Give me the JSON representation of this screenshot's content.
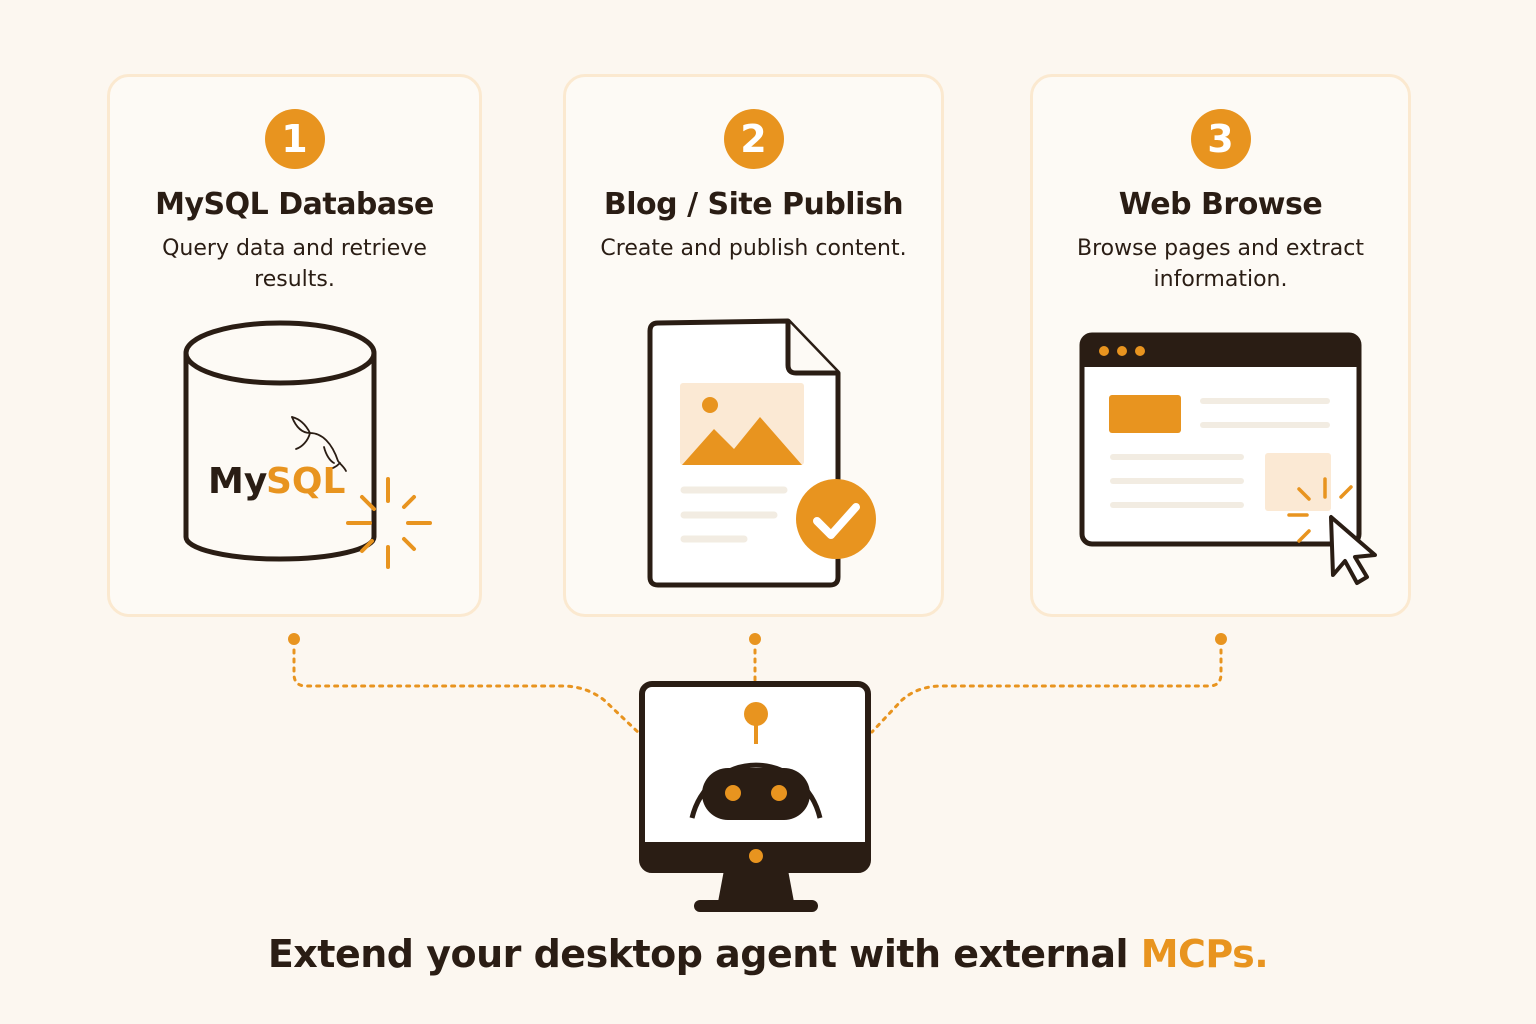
{
  "cards": [
    {
      "number": "1",
      "title": "MySQL Database",
      "description": "Query data and retrieve results.",
      "icon": "database-icon",
      "logo_text_a": "My",
      "logo_text_b": "SQL"
    },
    {
      "number": "2",
      "title": "Blog / Site Publish",
      "description": "Create and publish content.",
      "icon": "document-publish-icon"
    },
    {
      "number": "3",
      "title": "Web Browse",
      "description": "Browse pages and extract information.",
      "icon": "browser-cursor-icon"
    }
  ],
  "hub": {
    "icon": "robot-monitor-icon"
  },
  "caption": {
    "text": "Extend your desktop agent with external ",
    "accent": "MCPs."
  },
  "colors": {
    "accent": "#e8941f",
    "ink": "#2a1d14",
    "background": "#fcf7f0",
    "card_border": "#fbe9d0",
    "soft_fill": "#fbe9d4"
  }
}
